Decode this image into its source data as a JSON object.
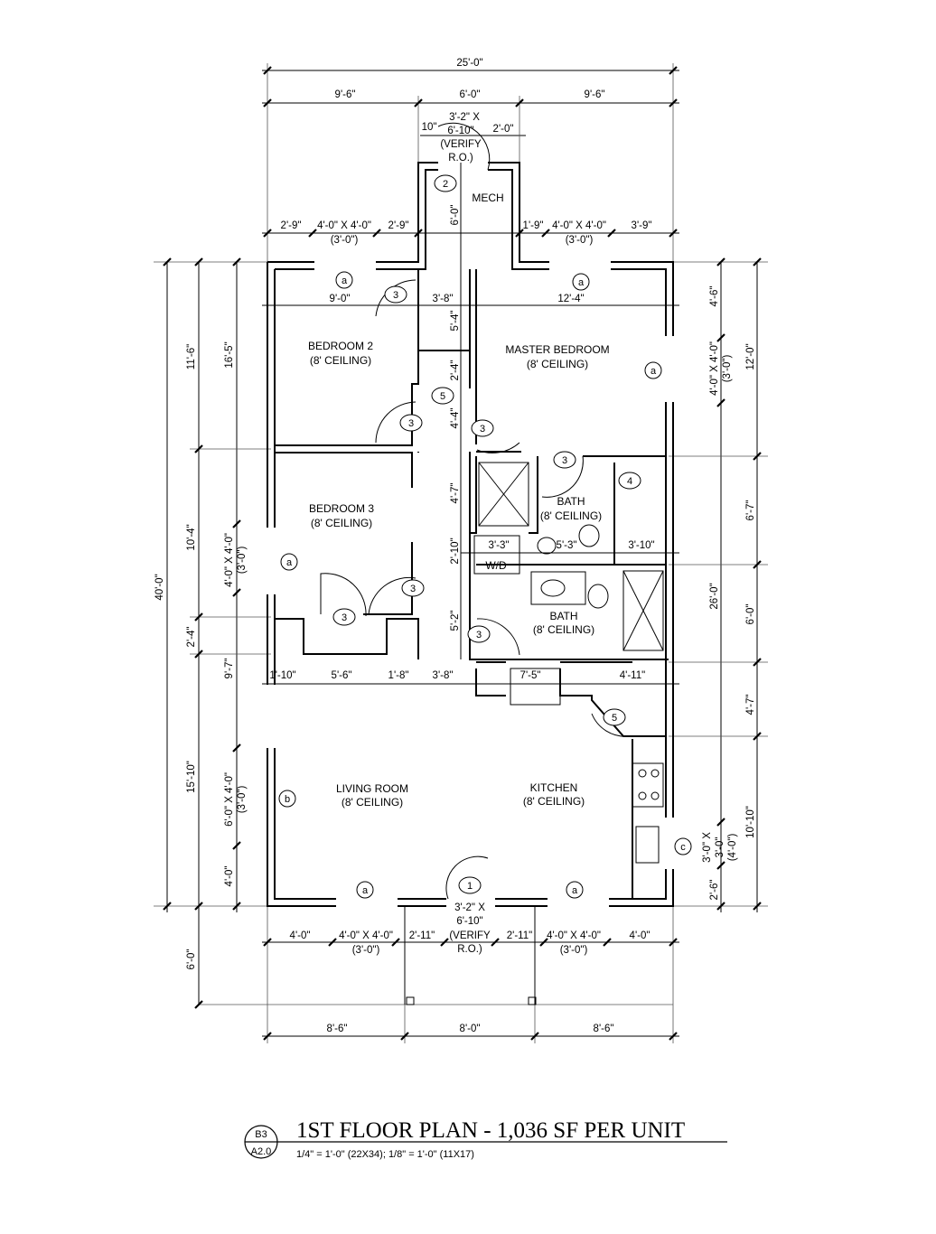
{
  "title": {
    "main": "1ST FLOOR PLAN - 1,036 SF PER UNIT",
    "scale": "1/4\" = 1'-0\" (22X34); 1/8\" = 1'-0\"  (11X17)",
    "detail_tag_top": "B3",
    "detail_tag_bottom": "A2.0"
  },
  "rooms": [
    {
      "name": "BEDROOM 2",
      "ceiling": "(8' CEILING)"
    },
    {
      "name": "MASTER BEDROOM",
      "ceiling": "(8' CEILING)"
    },
    {
      "name": "BEDROOM 3",
      "ceiling": "(8' CEILING)"
    },
    {
      "name": "BATH",
      "ceiling": "(8' CEILING)"
    },
    {
      "name": "BATH",
      "ceiling": "(8' CEILING)"
    },
    {
      "name": "LIVING ROOM",
      "ceiling": "(8' CEILING)"
    },
    {
      "name": "KITCHEN",
      "ceiling": "(8' CEILING)"
    },
    {
      "name": "MECH"
    },
    {
      "name": "W/D"
    }
  ],
  "dims": {
    "top": [
      "25'-0\"",
      "9'-6\"",
      "6'-0\"",
      "9'-6\""
    ],
    "mech_door": [
      "3'-2\" X",
      "6'-10\"",
      "(VERIFY",
      "R.O.)",
      "10\"",
      "2'-0\"",
      "6'-0\""
    ],
    "upper_windows": [
      "2'-9\"",
      "4'-0\" X 4'-0\"",
      "(3'-0\")",
      "2'-9\"",
      "1'-9\"",
      "4'-0\" X 4'-0\"",
      "(3'-0\")",
      "3'-9\""
    ],
    "bedroom_row": [
      "9'-0\"",
      "3'-8\"",
      "12'-4\""
    ],
    "hall_vertical": [
      "5'-4\"",
      "2'-4\"",
      "4'-4\"",
      "4'-7\"",
      "2'-10\"",
      "5'-2\""
    ],
    "bath_row": [
      "3'-3\"",
      "5'-3\"",
      "3'-10\""
    ],
    "mid_row": [
      "1'-10\"",
      "5'-6\"",
      "1'-8\"",
      "3'-8\"",
      "7'-5\"",
      "4'-11\""
    ],
    "left_outer": [
      "40'-0\"",
      "6'-0\""
    ],
    "left_mid": [
      "11'-6\"",
      "10'-4\"",
      "2'-4\"",
      "15'-10\""
    ],
    "left_inner": [
      "16'-5\"",
      "4'-0\" X 4'-0\"",
      "(3'-0\")",
      "9'-7\"",
      "6'-0\" X 4'-0\"",
      "(3'-0\")",
      "4'-0\""
    ],
    "right_inner": [
      "4'-6\"",
      "4'-0\" X 4'-0\"",
      "(3'-0\")",
      "26'-0\"",
      "3'-0\" X",
      "3'-0\"",
      "(4'-0\")",
      "2'-6\""
    ],
    "right_outer": [
      "12'-0\"",
      "6'-7\"",
      "6'-0\"",
      "4'-7\"",
      "10'-10\""
    ],
    "bottom_windows": [
      "4'-0\"",
      "4'-0\" X 4'-0\"",
      "(3'-0\")",
      "2'-11\"",
      "3'-2\" X",
      "6'-10\"",
      "(VERIFY",
      "R.O.)",
      "2'-11\"",
      "4'-0\" X 4'-0\"",
      "(3'-0\")",
      "4'-0\""
    ],
    "porch": [
      "8'-6\"",
      "8'-0\"",
      "8'-6\""
    ]
  },
  "tags": [
    "a",
    "3",
    "2",
    "a",
    "a",
    "5",
    "3",
    "3",
    "3",
    "4",
    "a",
    "3",
    "3",
    "3",
    "5",
    "b",
    "c",
    "a",
    "1",
    "a"
  ]
}
